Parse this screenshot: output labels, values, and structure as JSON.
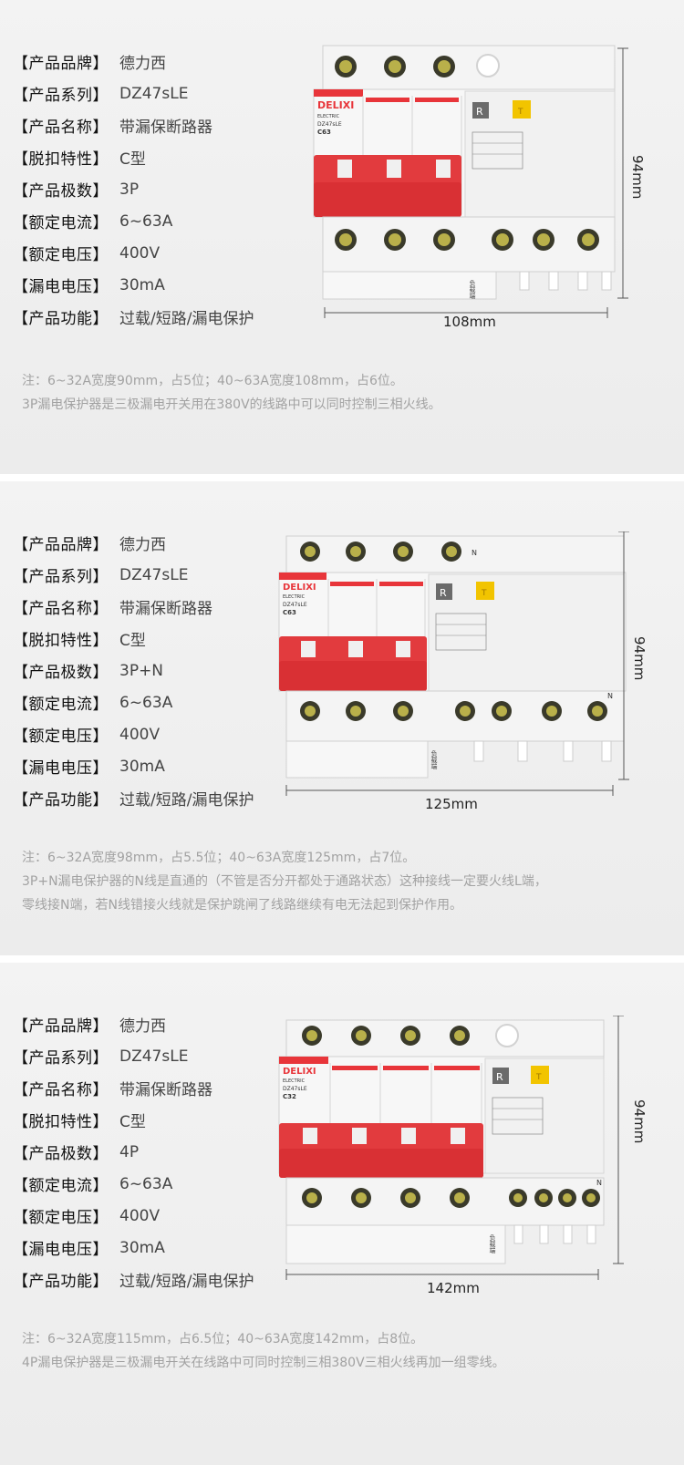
{
  "sections": [
    {
      "specs": [
        {
          "key": "【产品品牌】",
          "value": "德力西"
        },
        {
          "key": "【产品系列】",
          "value": "DZ47sLE"
        },
        {
          "key": "【产品名称】",
          "value": "带漏保断路器"
        },
        {
          "key": "【脱扣特性】",
          "value": "C型"
        },
        {
          "key": "【产品极数】",
          "value": "3P"
        },
        {
          "key": "【额定电流】",
          "value": "6~63A"
        },
        {
          "key": "【额定电压】",
          "value": "400V"
        },
        {
          "key": "【漏电电压】",
          "value": "30mA"
        },
        {
          "key": "【产品功能】",
          "value": "过载/短路/漏电保护"
        }
      ],
      "width_label": "108mm",
      "height_label": "94mm",
      "device_model": "C63",
      "notes": [
        "注：6~32A宽度90mm，占5位；40~63A宽度108mm，占6位。",
        "3P漏电保护器是三极漏电开关用在380V的线路中可以同时控制三相火线。"
      ]
    },
    {
      "specs": [
        {
          "key": "【产品品牌】",
          "value": "德力西"
        },
        {
          "key": "【产品系列】",
          "value": "DZ47sLE"
        },
        {
          "key": "【产品名称】",
          "value": "带漏保断路器"
        },
        {
          "key": "【脱扣特性】",
          "value": "C型"
        },
        {
          "key": "【产品极数】",
          "value": "3P+N"
        },
        {
          "key": "【额定电流】",
          "value": "6~63A"
        },
        {
          "key": "【额定电压】",
          "value": "400V"
        },
        {
          "key": "【漏电电压】",
          "value": "30mA"
        },
        {
          "key": "【产品功能】",
          "value": "过载/短路/漏电保护"
        }
      ],
      "width_label": "125mm",
      "height_label": "94mm",
      "device_model": "C63",
      "notes": [
        "注：6~32A宽度98mm，占5.5位；40~63A宽度125mm，占7位。",
        "3P+N漏电保护器的N线是直通的（不管是否分开都处于通路状态）这种接线一定要火线L端，",
        "零线接N端，若N线错接火线就是保护跳闸了线路继续有电无法起到保护作用。"
      ]
    },
    {
      "specs": [
        {
          "key": "【产品品牌】",
          "value": "德力西"
        },
        {
          "key": "【产品系列】",
          "value": "DZ47sLE"
        },
        {
          "key": "【产品名称】",
          "value": "带漏保断路器"
        },
        {
          "key": "【脱扣特性】",
          "value": "C型"
        },
        {
          "key": "【产品极数】",
          "value": "4P"
        },
        {
          "key": "【额定电流】",
          "value": "6~63A"
        },
        {
          "key": "【额定电压】",
          "value": "400V"
        },
        {
          "key": "【漏电电压】",
          "value": "30mA"
        },
        {
          "key": "【产品功能】",
          "value": "过载/短路/漏电保护"
        }
      ],
      "width_label": "142mm",
      "height_label": "94mm",
      "device_model": "C32",
      "notes": [
        "注：6~32A宽度115mm，占6.5位；40~63A宽度142mm，占8位。",
        "4P漏电保护器是三极漏电开关在线路中可同时控制三相380V三相火线再加一组零线。"
      ]
    }
  ],
  "device_text": {
    "brand_logo": "DELIXI",
    "brand_sub": "ELECTRIC",
    "series": "DZ47sLE",
    "button_r": "R",
    "button_t": "T",
    "neutral_mark": "N",
    "load_side": "负载端"
  },
  "colors": {
    "breaker_red": "#e8353a",
    "handle_red": "#e23b3e",
    "test_yellow": "#f2c400",
    "reset_gray": "#6b6b6b",
    "body_white": "#f7f7f7"
  }
}
